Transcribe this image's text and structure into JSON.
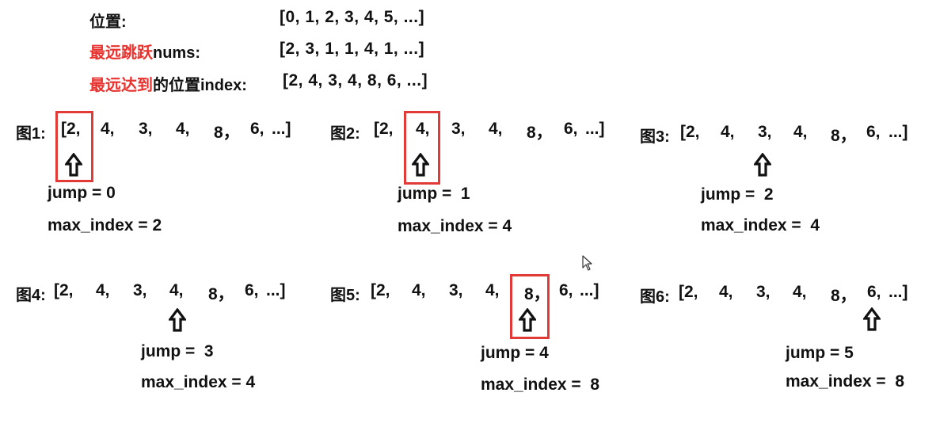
{
  "header": {
    "row1": {
      "label": "位置:",
      "value": "[0, 1, 2, 3, 4, 5, ...]"
    },
    "row2": {
      "label_red": "最远跳跃",
      "label_black": "nums:",
      "value": "[2, 3, 1, 1, 4, 1, ...]"
    },
    "row3": {
      "label_red": "最远达到",
      "label_black": "的位置index:",
      "value": "[2, 4, 3, 4, 8, 6, ...]"
    }
  },
  "figures": [
    {
      "label": "图1:",
      "items": [
        "[2,",
        "4,",
        "3,",
        "4,",
        "8，",
        "6,"
      ],
      "tail": "...]",
      "highlight": 0,
      "jump": "jump = 0",
      "max_index": "max_index = 2"
    },
    {
      "label": "图2:",
      "items": [
        "[2,",
        "4,",
        "3,",
        "4,",
        "8，",
        "6,"
      ],
      "tail": "...]",
      "highlight": 1,
      "jump": "jump =  1",
      "max_index": "max_index = 4"
    },
    {
      "label": "图3:",
      "items": [
        "[2,",
        "4,",
        "3,",
        "4,",
        "8，",
        "6,"
      ],
      "tail": "...]",
      "highlight": null,
      "jump": "jump =  2",
      "max_index": "max_index =  4"
    },
    {
      "label": "图4:",
      "items": [
        "[2,",
        "4,",
        "3,",
        "4,",
        "8，",
        "6,"
      ],
      "tail": "...]",
      "highlight": null,
      "jump": "jump =  3",
      "max_index": "max_index = 4"
    },
    {
      "label": "图5:",
      "items": [
        "[2,",
        "4,",
        "3,",
        "4,",
        "8，",
        "6,"
      ],
      "tail": "...]",
      "highlight": 4,
      "jump": "jump = 4",
      "max_index": "max_index =  8"
    },
    {
      "label": "图6:",
      "items": [
        "[2,",
        "4,",
        "3,",
        "4,",
        "8，",
        "6,"
      ],
      "tail": "...]",
      "highlight": null,
      "jump": "jump = 5",
      "max_index": "max_index =  8"
    }
  ],
  "colors": {
    "highlight_text": "#e8322e",
    "highlight_box": "#e23a36",
    "text": "#111111"
  },
  "icons": [
    "up-arrow-icon",
    "mouse-cursor-icon"
  ]
}
